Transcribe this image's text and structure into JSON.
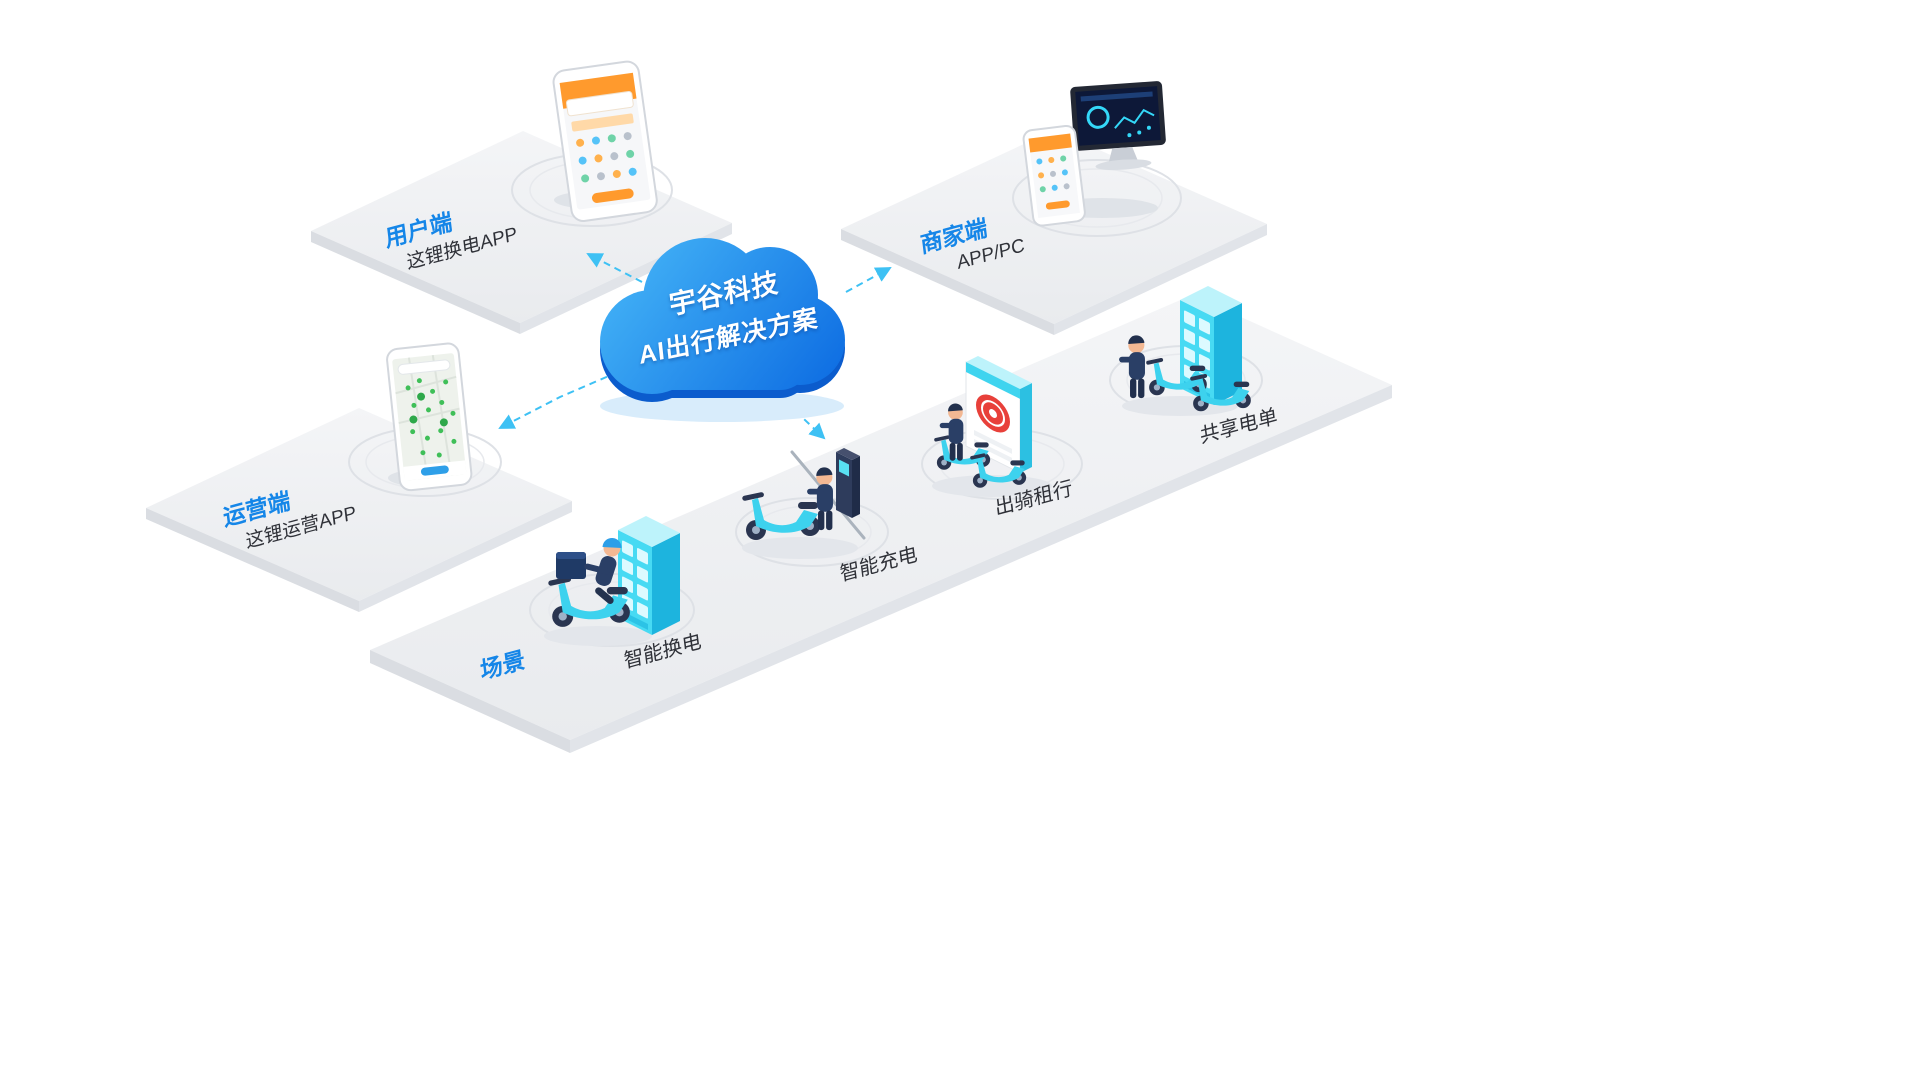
{
  "diagram_title": "宇谷科技 AI出行解决方案",
  "cloud": {
    "line1": "宇谷科技",
    "line2": "AI出行解决方案"
  },
  "platforms": {
    "user": {
      "label": "用户端",
      "sublabel": "这锂换电APP"
    },
    "merchant": {
      "label": "商家端",
      "sublabel": "APP/PC"
    },
    "operator": {
      "label": "运营端",
      "sublabel": "这锂运营APP"
    },
    "scenes": {
      "label": "场景",
      "items": [
        {
          "label": "智能换电"
        },
        {
          "label": "智能充电"
        },
        {
          "label": "出骑租行"
        },
        {
          "label": "共享电单"
        }
      ]
    }
  },
  "icons": {
    "cloud": "cloud-platform-icon",
    "user": "user-app-phone-icon",
    "merchant": "merchant-monitor-and-phone-icon",
    "operator": "operator-map-phone-icon",
    "scene_1": "battery-swap-cabinet-with-rider-icon",
    "scene_2": "scooter-charging-icon",
    "scene_3": "rental-kiosk-icon",
    "scene_4": "shared-ebike-cabinet-icon"
  },
  "colors": {
    "accent_blue": "#1586e8",
    "cloud_blue_top": "#43b2f6",
    "cloud_blue_bottom": "#0d6ce2",
    "cyan": "#3fd4ef",
    "arrow_blue": "#3ec1f4",
    "platform_gray": "#edeff2",
    "text_dark": "#2f3138",
    "logo_red": "#e8403a"
  }
}
